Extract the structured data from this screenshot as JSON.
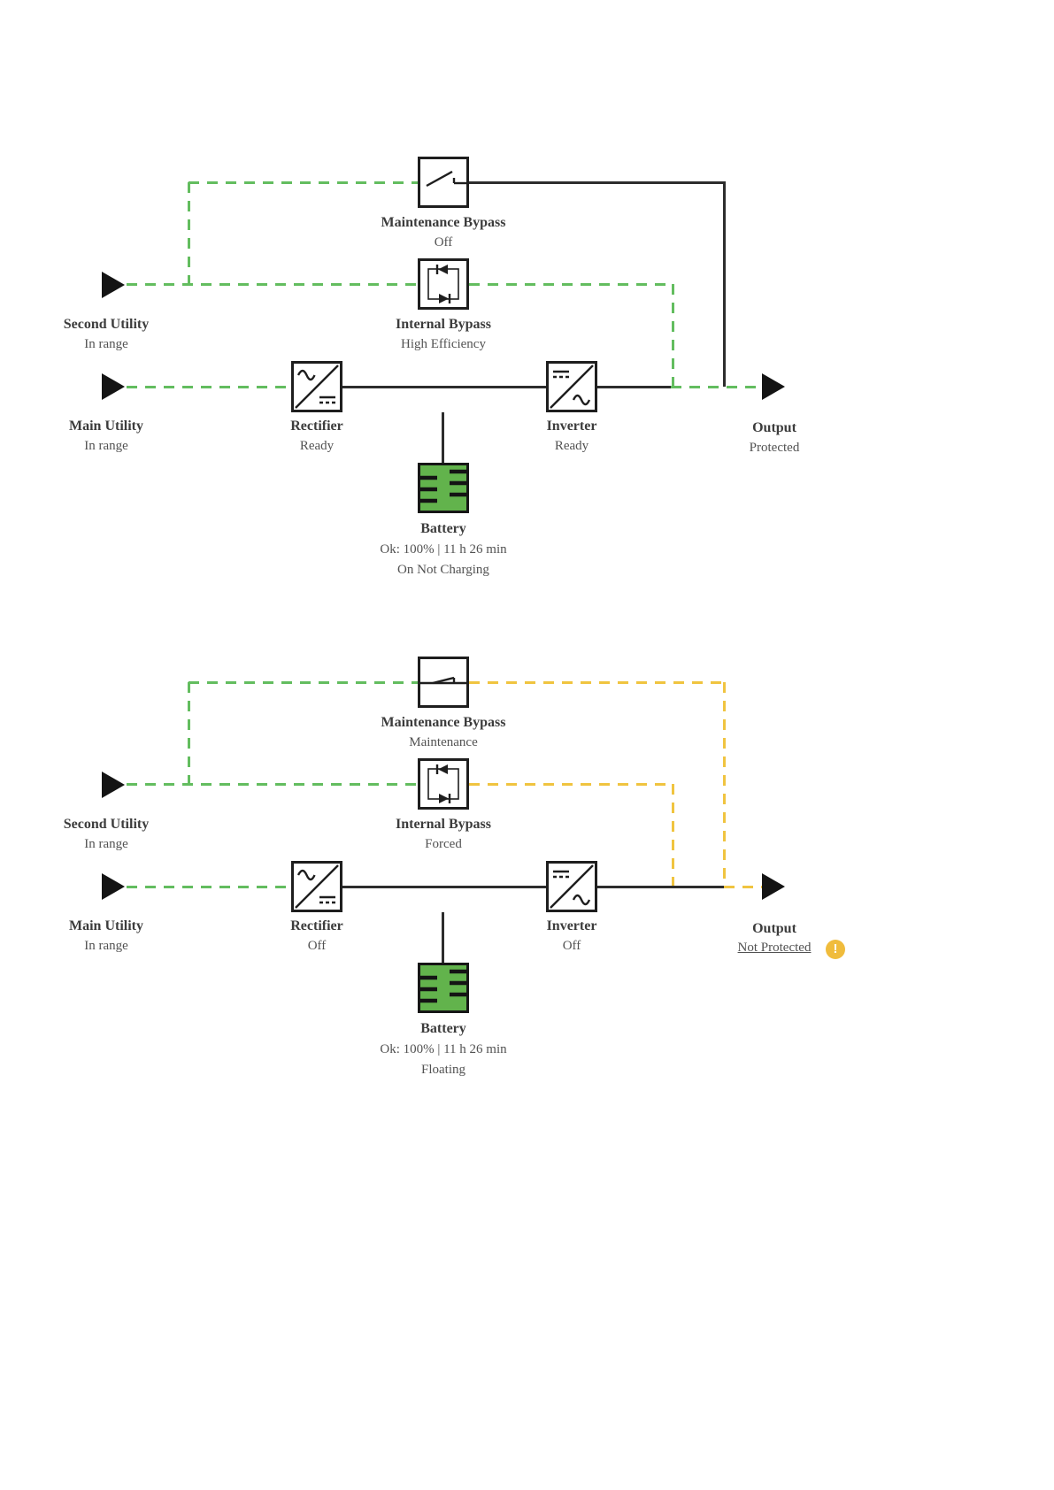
{
  "colors": {
    "green": "#63bd5f",
    "yellow": "#f0c440",
    "line": "#2d2d2d",
    "label": "#3c3c3c",
    "status": "#525252",
    "battery": "#62b34c",
    "badge": "#f0bc3c"
  },
  "diagrams": [
    {
      "maintenance_bypass": {
        "label": "Maintenance Bypass",
        "status": "Off"
      },
      "internal_bypass": {
        "label": "Internal Bypass",
        "status": "High Efficiency"
      },
      "second_utility": {
        "label": "Second Utility",
        "status": "In range"
      },
      "main_utility": {
        "label": "Main Utility",
        "status": "In range"
      },
      "rectifier": {
        "label": "Rectifier",
        "status": "Ready"
      },
      "inverter": {
        "label": "Inverter",
        "status": "Ready"
      },
      "output": {
        "label": "Output",
        "status": "Protected"
      },
      "battery": {
        "label": "Battery",
        "status_line1": "Ok: 100% | 11 h 26 min",
        "status_line2": "On Not Charging"
      }
    },
    {
      "maintenance_bypass": {
        "label": "Maintenance Bypass",
        "status": "Maintenance"
      },
      "internal_bypass": {
        "label": "Internal Bypass",
        "status": "Forced"
      },
      "second_utility": {
        "label": "Second Utility",
        "status": "In range"
      },
      "main_utility": {
        "label": "Main Utility",
        "status": "In range"
      },
      "rectifier": {
        "label": "Rectifier",
        "status": "Off"
      },
      "inverter": {
        "label": "Inverter",
        "status": "Off"
      },
      "output": {
        "label": "Output",
        "status": "Not Protected",
        "warning": "!"
      },
      "battery": {
        "label": "Battery",
        "status_line1": "Ok: 100% | 11 h 26 min",
        "status_line2": "Floating"
      }
    }
  ]
}
